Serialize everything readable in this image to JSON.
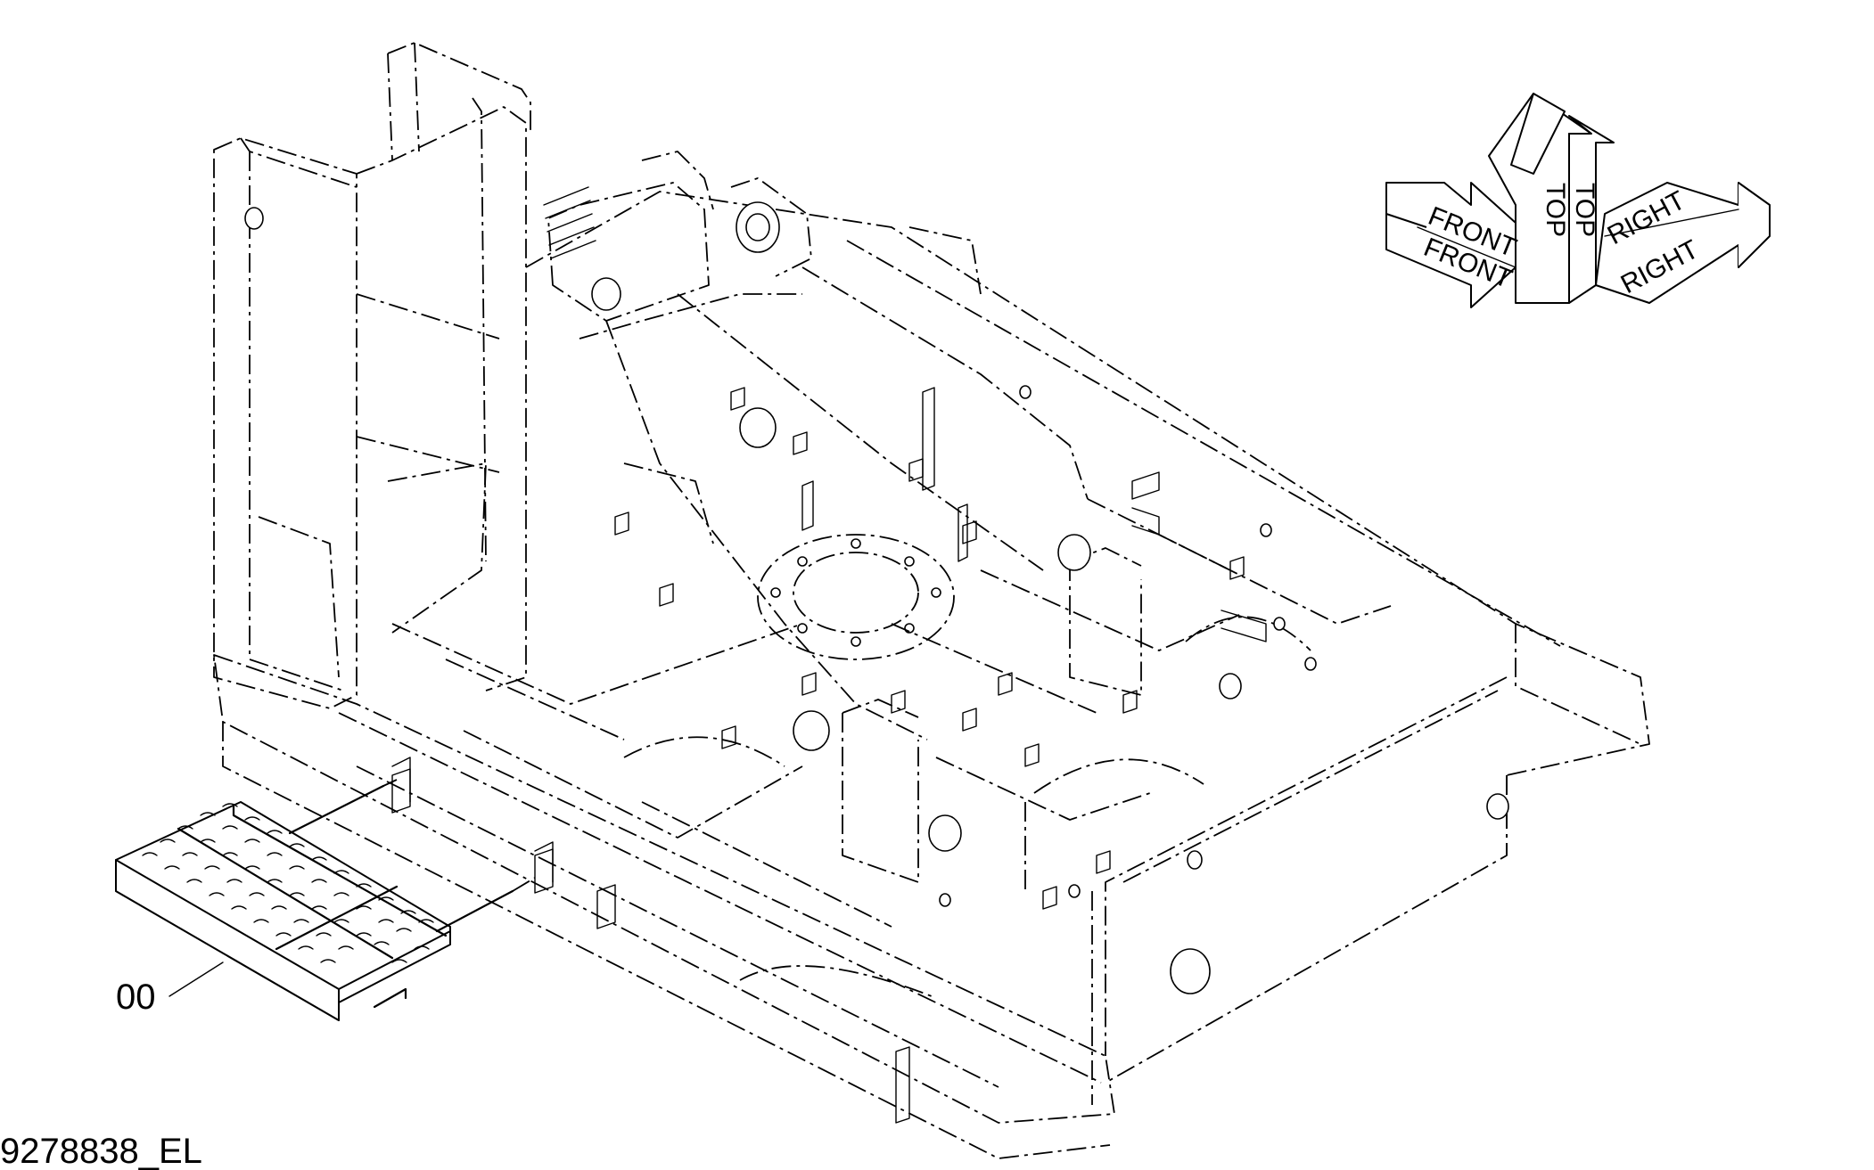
{
  "callout": {
    "label": "00"
  },
  "drawing_id": "9278838_EL",
  "orientation": {
    "front_top": "FRONT",
    "front_bottom": "FRONT",
    "top_left": "TOP",
    "top_right": "TOP",
    "right_top": "RIGHT",
    "right_bottom": "RIGHT"
  }
}
